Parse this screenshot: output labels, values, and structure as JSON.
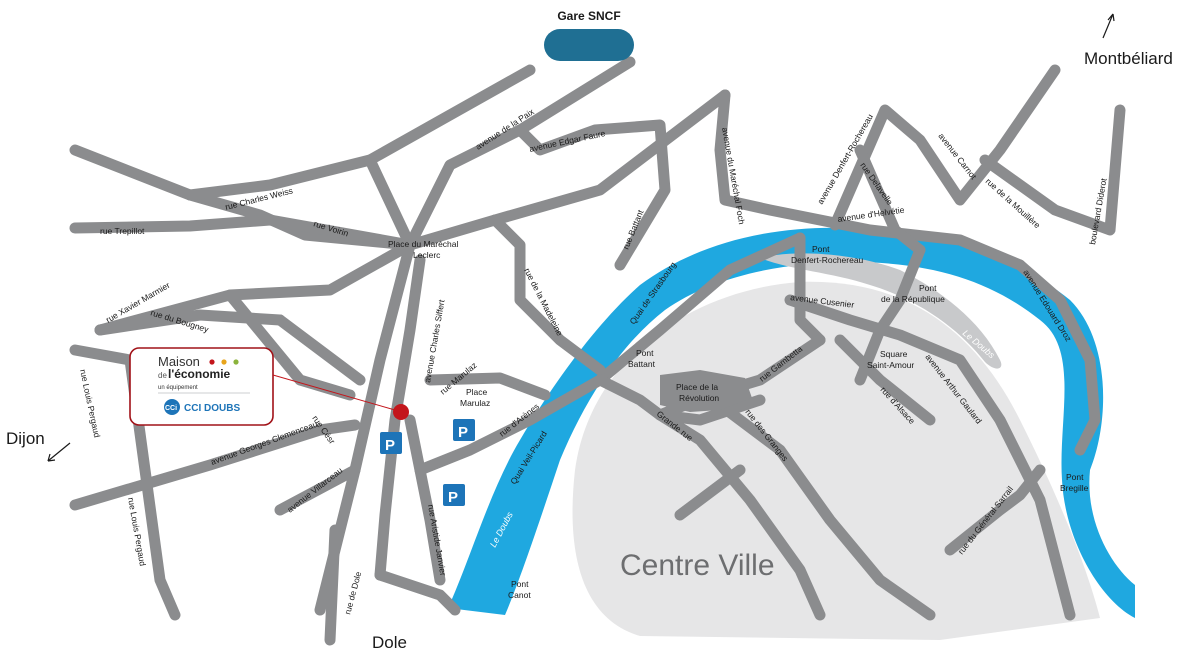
{
  "directions": {
    "montbeliard": "Montbéliard",
    "dijon": "Dijon",
    "dole": "Dole"
  },
  "gare": "Gare SNCF",
  "centre_ville": "Centre Ville",
  "maison": {
    "line1": "Maison",
    "line2_small": "de",
    "line2": "l'économie",
    "line3": "un équipement",
    "logo_text": "CCI DOUBS",
    "logo_mark": "CCi"
  },
  "parking_label": "P",
  "river_name": "Le Doubs",
  "streets": {
    "avenue_de_la_paix": "avenue de la Paix",
    "avenue_edgar_faure": "avenue Edgar Faure",
    "rue_charles_weiss": "rue Charles Weiss",
    "rue_trepillot": "rue Trepillot",
    "rue_voirin": "rue Voirin",
    "rue_xavier_marmier": "rue Xavier Marmier",
    "rue_du_bougney": "rue du Bougney",
    "rue_louis_pergaud": "rue Louis Pergaud",
    "rue_louis_pergaud_2": "rue Louis Pergaud",
    "avenue_georges_clemenceau": "avenue Georges Clemenceau",
    "rue_cesar": "rue Césr",
    "avenue_villarceau": "avenue Villarceau",
    "rue_de_dole": "rue de Dole",
    "rue_aristide_janvier": "rue Aristide Janvier",
    "avenue_charles_siffert": "avenue Charles Siffert",
    "rue_marulaz": "rue Marulaz",
    "rue_d_arenes": "rue d'Arènes",
    "quai_veil_picard": "Quai Veil-Picard",
    "rue_de_la_madeleine": "rue de la Madeleine",
    "rue_battant": "rue Battant",
    "quai_de_strasbourg": "Quai de Strasbourg",
    "avenue_du_marechal_foch": "avenue du Maréchal Foch",
    "avenue_denfert_rochereau": "avenue Denfert-Rochereau",
    "rue_delavelle": "rue Delavelle",
    "avenue_carnot": "avenue Carnot",
    "avenue_d_helvetie": "avenue d'Helvétie",
    "rue_de_la_mouillere": "rue de la Mouillère",
    "boulevard_diderot": "boulevard Diderot",
    "avenue_edouard_droz": "avenue Edouard Droz",
    "avenue_cusenier": "avenue Cusenier",
    "avenue_arthur_gaulard": "avenue Arthur Gaulard",
    "rue_gambetta": "rue Gambetta",
    "rue_d_alsace": "rue d'Alsace",
    "rue_des_granges": "rue des Granges",
    "grande_rue": "Grande rue",
    "rue_du_general_sarrail": "rue du Général Sarrail"
  },
  "places": {
    "place_marechal_1": "Place du Maréchal",
    "place_marechal_2": "Leclerc",
    "place_marulaz_1": "Place",
    "place_marulaz_2": "Marulaz",
    "place_revolution_1": "Place de la",
    "place_revolution_2": "Révolution",
    "square_1": "Square",
    "square_2": "Saint-Amour",
    "pont_battant_1": "Pont",
    "pont_battant_2": "Battant",
    "pont_canot_1": "Pont",
    "pont_canot_2": "Canot",
    "pont_denfert_1": "Pont",
    "pont_denfert_2": "Denfert-Rochereau",
    "pont_republique_1": "Pont",
    "pont_republique_2": "de la République",
    "pont_bregille_1": "Pont",
    "pont_bregille_2": "Bregille"
  },
  "colors": {
    "river": "#1fa8e0",
    "road": "#8b8c8e",
    "centre_area": "#e6e6e7",
    "island": "#c8c9cb",
    "gare_pill": "#1f6f93",
    "marker": "#c3161c",
    "callout_border": "#a11218",
    "parking": "#1d74b8"
  }
}
